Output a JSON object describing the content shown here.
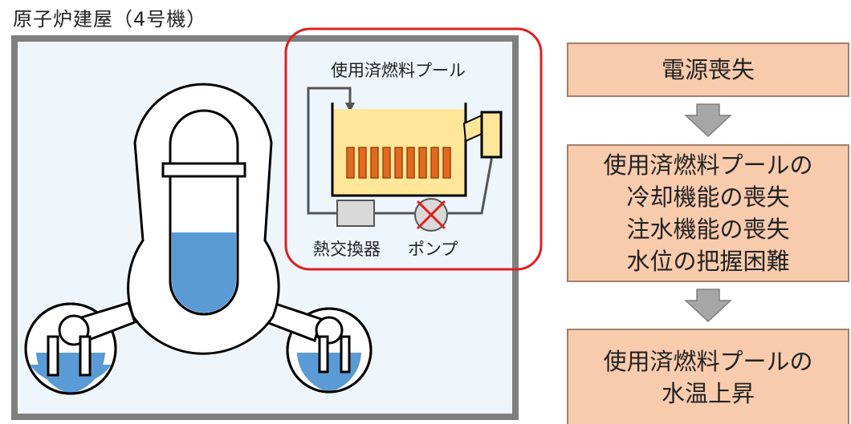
{
  "title": "原子炉建屋（4号機）",
  "pool_label": "使用済燃料プール",
  "heat_exchanger_label": "熱交換器",
  "pump_label": "ポンプ",
  "flow": [
    {
      "lines": [
        "電源喪失"
      ]
    },
    {
      "lines": [
        "使用済燃料プールの",
        "冷却機能の喪失",
        "注水機能の喪失",
        "水位の把握困難"
      ]
    },
    {
      "lines": [
        "使用済燃料プールの",
        "水温上昇"
      ]
    }
  ],
  "colors": {
    "building_border": "#7f7f7f",
    "building_fill": "#eef6fc",
    "water": "#5b9bd5",
    "pool_water": "#ffe699",
    "fuel": "#e06a1f",
    "highlight": "#e02020",
    "box_fill": "#f8cbad",
    "arrow": "#a6a6a6"
  }
}
